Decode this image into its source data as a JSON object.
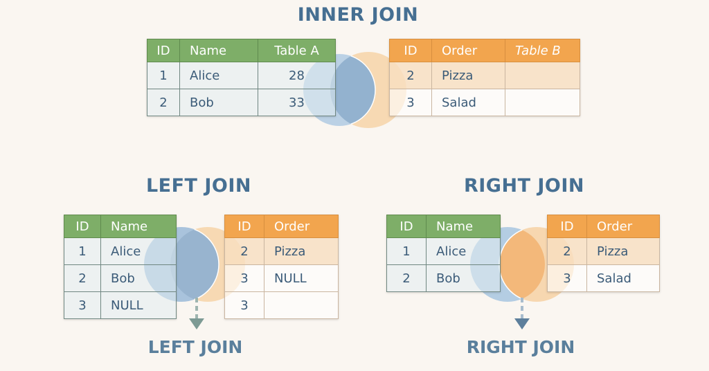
{
  "titles": {
    "inner": "INNER JOIN",
    "left": "LEFT JOIN",
    "right": "RIGHT JOIN"
  },
  "subtitles": {
    "left": "LEFT JOIN",
    "right": "RIGHT JOIN"
  },
  "colors": {
    "green": "#7eae68",
    "orange": "#f2a54e",
    "blue_circle": "#a9c6e0",
    "orange_circle": "#f6cf9e",
    "text": "#3b5b78"
  },
  "inner": {
    "table_a": {
      "headers": [
        "ID",
        "Name",
        "Table A"
      ],
      "rows": [
        [
          "1",
          "Alice",
          "28"
        ],
        [
          "2",
          "Bob",
          "33"
        ]
      ]
    },
    "table_b": {
      "headers": [
        "ID",
        "Order",
        "Table B"
      ],
      "rows": [
        [
          "2",
          "Pizza",
          ""
        ],
        [
          "3",
          "Salad",
          ""
        ]
      ]
    }
  },
  "left": {
    "table_a": {
      "headers": [
        "ID",
        "Name"
      ],
      "rows": [
        [
          "1",
          "Alice"
        ],
        [
          "2",
          "Bob"
        ],
        [
          "3",
          "NULL"
        ]
      ]
    },
    "table_b": {
      "headers": [
        "ID",
        "Order"
      ],
      "rows": [
        [
          "2",
          "Pizza"
        ],
        [
          "3",
          "NULL"
        ],
        [
          "3",
          ""
        ]
      ]
    }
  },
  "right": {
    "table_a": {
      "headers": [
        "ID",
        "Name"
      ],
      "rows": [
        [
          "1",
          "Alice"
        ],
        [
          "2",
          "Bob"
        ]
      ]
    },
    "table_b": {
      "headers": [
        "ID",
        "Order"
      ],
      "rows": [
        [
          "2",
          "Pizza"
        ],
        [
          "3",
          "Salad"
        ]
      ]
    }
  }
}
